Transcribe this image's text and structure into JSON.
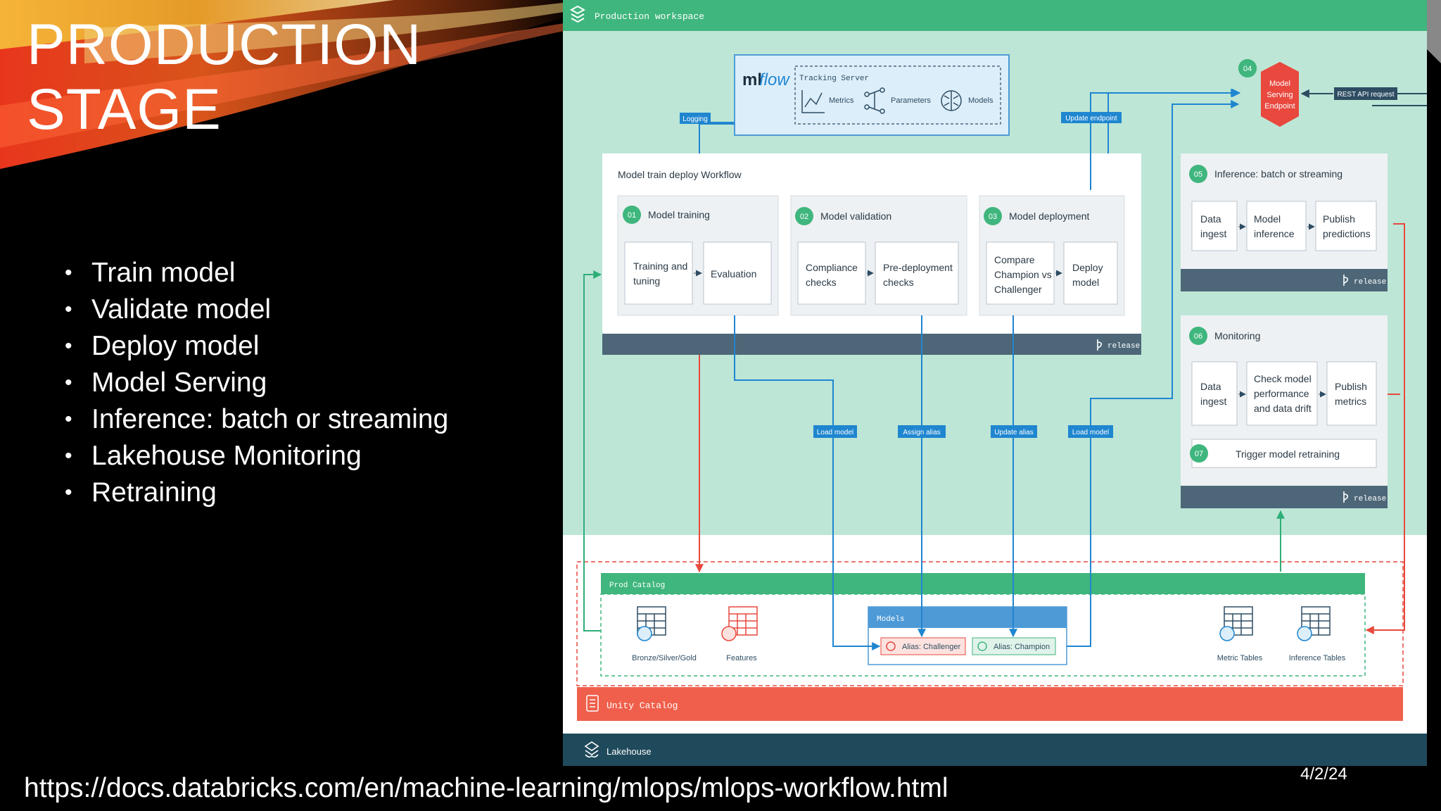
{
  "slide": {
    "title": "PRODUCTION\nSTAGE",
    "bullets": [
      "Train model",
      "Validate model",
      "Deploy model",
      "Model Serving",
      "Inference: batch or streaming",
      "Lakehouse Monitoring",
      "Retraining"
    ],
    "source_url": "https://docs.databricks.com/en/machine-learning/mlops/mlops-workflow.html",
    "date": "4/2/24"
  },
  "diagram": {
    "workspace_label": "Production workspace",
    "mlflow": {
      "logo_a": "ml",
      "logo_b": "flow",
      "tracking_server": "Tracking Server",
      "metrics": "Metrics",
      "parameters": "Parameters",
      "models": "Models"
    },
    "tags": {
      "logging": "Logging",
      "update_endpoint": "Update endpoint",
      "rest_api": "REST API request",
      "load_model_1": "Load model",
      "assign_alias": "Assign alias",
      "update_alias": "Update alias",
      "load_model_2": "Load model"
    },
    "endpoint": {
      "number": "04",
      "line1": "Model",
      "line2": "Serving",
      "line3": "Endpoint"
    },
    "workflow": {
      "title": "Model train deploy Workflow",
      "release": "release",
      "step1": {
        "number": "01",
        "title": "Model training",
        "task_a_1": "Training and",
        "task_a_2": "tuning",
        "task_b": "Evaluation"
      },
      "step2": {
        "number": "02",
        "title": "Model validation",
        "task_a_1": "Compliance",
        "task_a_2": "checks",
        "task_b_1": "Pre-deployment",
        "task_b_2": "checks"
      },
      "step3": {
        "number": "03",
        "title": "Model deployment",
        "task_a_1": "Compare",
        "task_a_2": "Champion vs",
        "task_a_3": "Challenger",
        "task_b_1": "Deploy",
        "task_b_2": "model"
      }
    },
    "inference": {
      "number": "05",
      "title": "Inference: batch or streaming",
      "task_a_1": "Data",
      "task_a_2": "ingest",
      "task_b_1": "Model",
      "task_b_2": "inference",
      "task_c_1": "Publish",
      "task_c_2": "predictions",
      "release": "release"
    },
    "monitoring": {
      "number": "06",
      "title": "Monitoring",
      "task_a_1": "Data",
      "task_a_2": "ingest",
      "task_b_1": "Check model",
      "task_b_2": "performance",
      "task_b_3": "and data drift",
      "task_c_1": "Publish",
      "task_c_2": "metrics",
      "retrain_number": "07",
      "retrain_label": "Trigger model retraining",
      "release": "release"
    },
    "catalog": {
      "prod_catalog": "Prod Catalog",
      "bronze": "Bronze/Silver/Gold",
      "features": "Features",
      "models_header": "Models",
      "alias_challenger": "Alias: Challenger",
      "alias_champion": "Alias: Champion",
      "metric_tables": "Metric Tables",
      "inference_tables": "Inference Tables",
      "unity_catalog": "Unity Catalog",
      "lakehouse": "Lakehouse"
    },
    "colors": {
      "workspace_bg": "#bde6d6",
      "header_green": "#3fb67d",
      "navy": "#2e4d63",
      "blue": "#1f86d0",
      "red": "#e8483e",
      "unity_red": "#ef5f4b"
    }
  }
}
